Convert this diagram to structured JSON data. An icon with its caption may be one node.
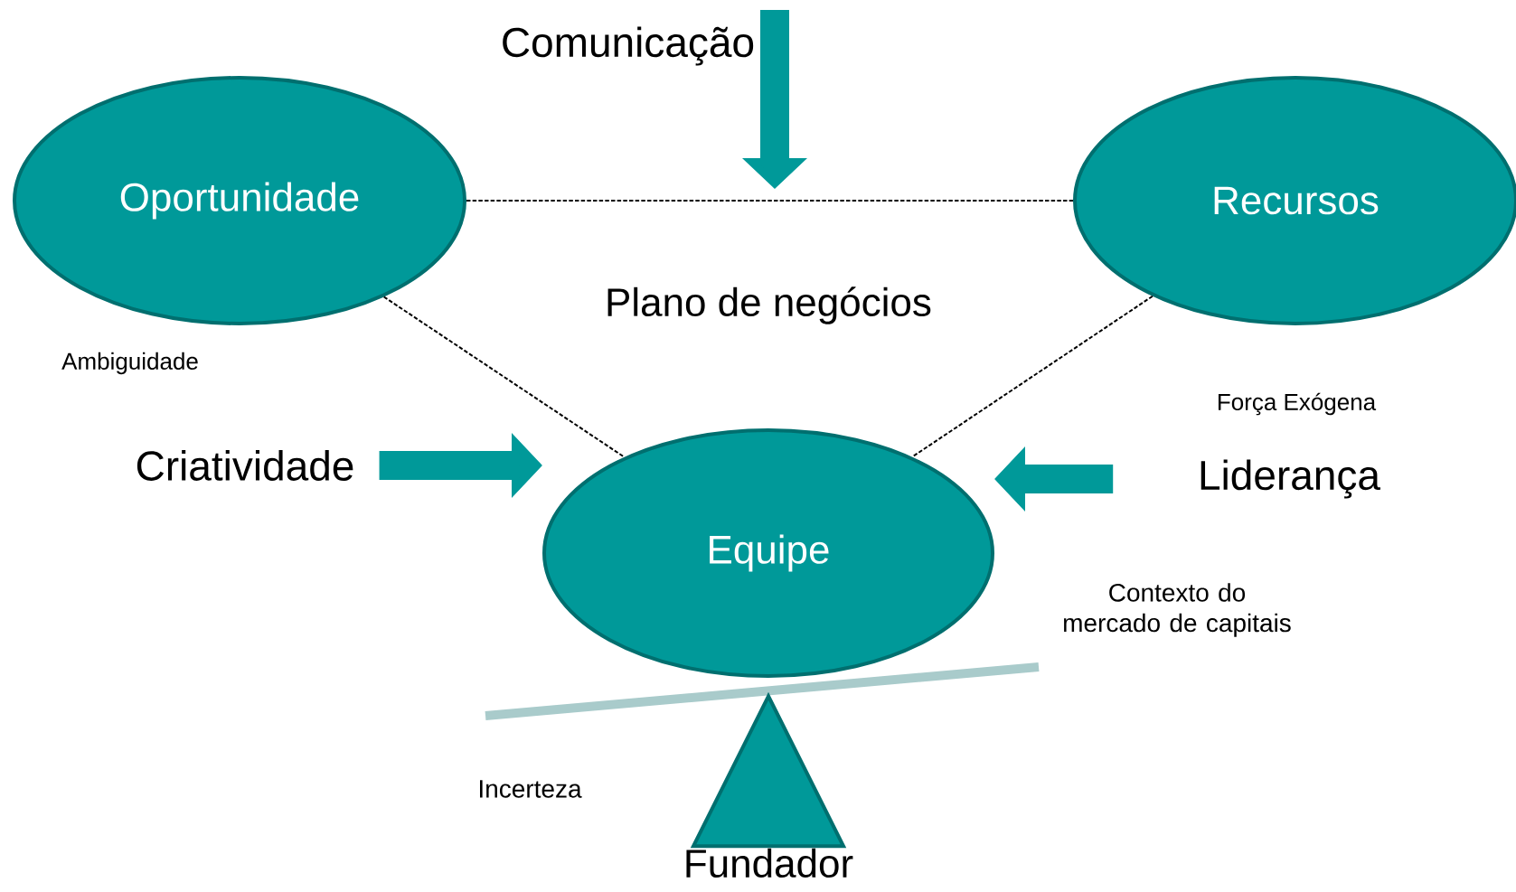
{
  "diagram": {
    "nodes": [
      {
        "text": [
          "Oportunidade"
        ]
      },
      {
        "text": [
          "Recursos"
        ]
      },
      {
        "text": [
          "Equipe"
        ]
      },
      {
        "text": [
          "Criatividade"
        ]
      },
      {
        "text": [
          "Liderança"
        ]
      },
      {
        "text": [
          "Comunicação"
        ]
      },
      {
        "text": [
          "Fundador"
        ]
      }
    ],
    "edges": [
      {
        "from": 0,
        "to": 1,
        "arrow": "none",
        "style": "dashed"
      },
      {
        "from": 0,
        "to": 2,
        "arrow": "none",
        "style": "dashed"
      },
      {
        "from": 1,
        "to": 2,
        "arrow": "none",
        "style": "dashed"
      },
      {
        "from": 3,
        "to": 2,
        "arrow": "to",
        "style": "thick",
        "color": "#009999"
      },
      {
        "from": 4,
        "to": 2,
        "arrow": "to",
        "style": "thick",
        "color": "#009999"
      },
      {
        "from": 5,
        "to": null,
        "arrow": "to",
        "style": "thick",
        "color": "#009999"
      }
    ],
    "labels": [
      "Plano de negócios",
      "Ambiguidade",
      "Força Exógena",
      "Contexto do mercado de capitais",
      "Incerteza"
    ]
  }
}
